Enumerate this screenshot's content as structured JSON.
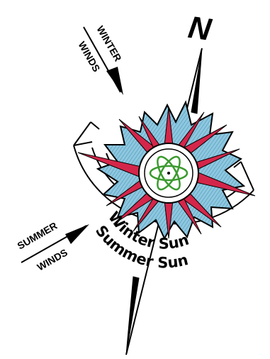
{
  "north": {
    "label": "N"
  },
  "winter_winds": {
    "line1": "WINTER",
    "line2": "WINDS"
  },
  "summer_winds": {
    "line1": "SUMMER",
    "line2": "WINDS"
  },
  "sun_labels": {
    "winter": "Winter Sun",
    "summer": "Summer Sun"
  },
  "colors": {
    "outline": "#000000",
    "rose_fill": "#8ec7df",
    "star_red": "#d4264a",
    "atom_green": "#3a9a2e",
    "background": "#ffffff"
  },
  "icons": {
    "atom": "atom-icon",
    "compass": "compass-rose-icon"
  }
}
